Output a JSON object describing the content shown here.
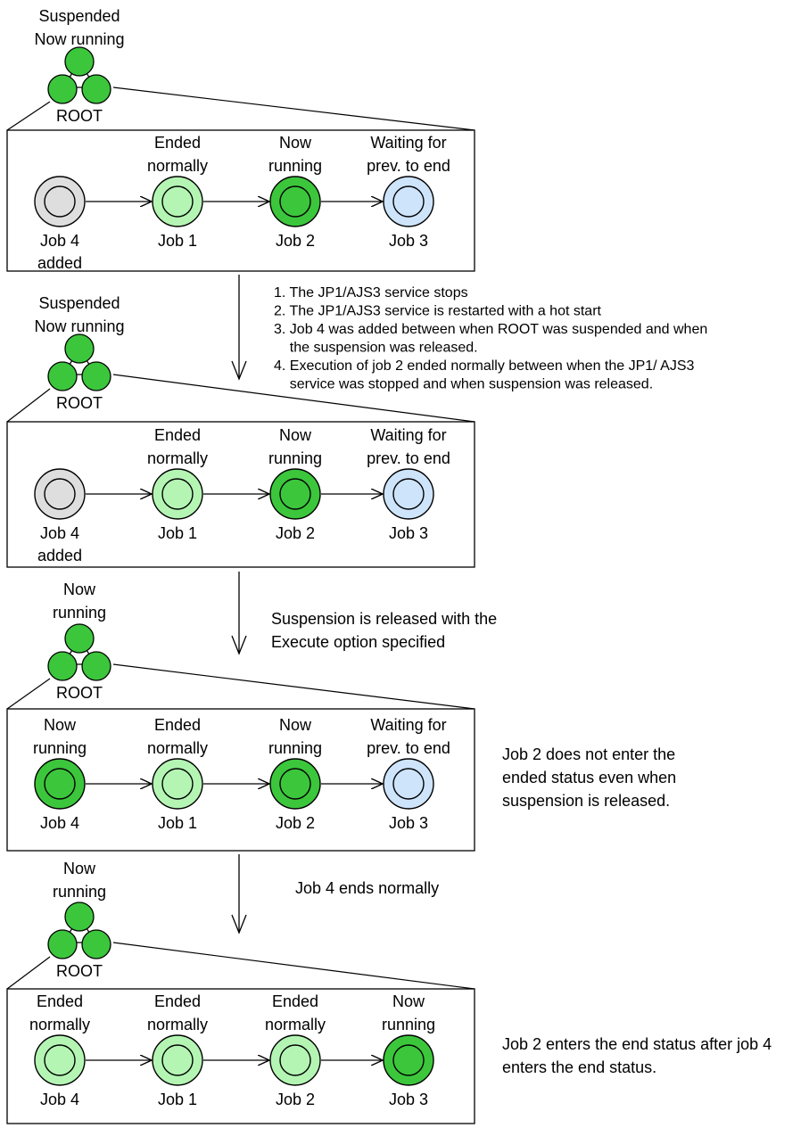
{
  "colors": {
    "running": "#3cc63c",
    "ended_normally": "#b4f5b4",
    "waiting": "#cde4fb",
    "added": "#dedede",
    "outline": "#000000"
  },
  "panels": [
    {
      "root_status": [
        "Suspended",
        "Now running"
      ],
      "root_label": "ROOT",
      "jobs": [
        {
          "status": [],
          "name": [
            "Job 4",
            "added"
          ],
          "state": "added"
        },
        {
          "status": [
            "Ended",
            "normally"
          ],
          "name": [
            "Job 1"
          ],
          "state": "ended_normally"
        },
        {
          "status": [
            "Now",
            "running"
          ],
          "name": [
            "Job 2"
          ],
          "state": "running"
        },
        {
          "status": [
            "Waiting for",
            "prev. to end"
          ],
          "name": [
            "Job 3"
          ],
          "state": "waiting"
        }
      ],
      "side_note": []
    },
    {
      "root_status": [
        "Suspended",
        "Now running"
      ],
      "root_label": "ROOT",
      "jobs": [
        {
          "status": [],
          "name": [
            "Job 4",
            "added"
          ],
          "state": "added"
        },
        {
          "status": [
            "Ended",
            "normally"
          ],
          "name": [
            "Job 1"
          ],
          "state": "ended_normally"
        },
        {
          "status": [
            "Now",
            "running"
          ],
          "name": [
            "Job 2"
          ],
          "state": "running"
        },
        {
          "status": [
            "Waiting for",
            "prev. to end"
          ],
          "name": [
            "Job 3"
          ],
          "state": "waiting"
        }
      ],
      "side_note": []
    },
    {
      "root_status": [
        "Now",
        "running"
      ],
      "root_label": "ROOT",
      "jobs": [
        {
          "status": [
            "Now",
            "running"
          ],
          "name": [
            "Job 4"
          ],
          "state": "running"
        },
        {
          "status": [
            "Ended",
            "normally"
          ],
          "name": [
            "Job 1"
          ],
          "state": "ended_normally"
        },
        {
          "status": [
            "Now",
            "running"
          ],
          "name": [
            "Job 2"
          ],
          "state": "running"
        },
        {
          "status": [
            "Waiting for",
            "prev. to end"
          ],
          "name": [
            "Job 3"
          ],
          "state": "waiting"
        }
      ],
      "side_note": [
        "Job 2 does not enter the",
        "ended status even when",
        "suspension is released."
      ]
    },
    {
      "root_status": [
        "Now",
        "running"
      ],
      "root_label": "ROOT",
      "jobs": [
        {
          "status": [
            "Ended",
            "normally"
          ],
          "name": [
            "Job 4"
          ],
          "state": "ended_normally"
        },
        {
          "status": [
            "Ended",
            "normally"
          ],
          "name": [
            "Job 1"
          ],
          "state": "ended_normally"
        },
        {
          "status": [
            "Ended",
            "normally"
          ],
          "name": [
            "Job 2"
          ],
          "state": "ended_normally"
        },
        {
          "status": [
            "Now",
            "running"
          ],
          "name": [
            "Job 3"
          ],
          "state": "running"
        }
      ],
      "side_note": [
        "Job 2 enters the end status after job 4",
        "enters the end status."
      ]
    }
  ],
  "transitions": [
    {
      "lines": [
        "1. The JP1/AJS3 service stops",
        "2. The JP1/AJS3 service is restarted with a hot start",
        "3. Job 4 was added between when ROOT was suspended and when",
        "    the suspension was released.",
        "4. Execution of job 2 ended normally between when the JP1/ AJS3",
        "    service was stopped and when suspension was released."
      ]
    },
    {
      "lines": [
        "Suspension is released with the",
        "Execute option specified"
      ]
    },
    {
      "lines": [
        "Job 4 ends normally"
      ]
    }
  ]
}
